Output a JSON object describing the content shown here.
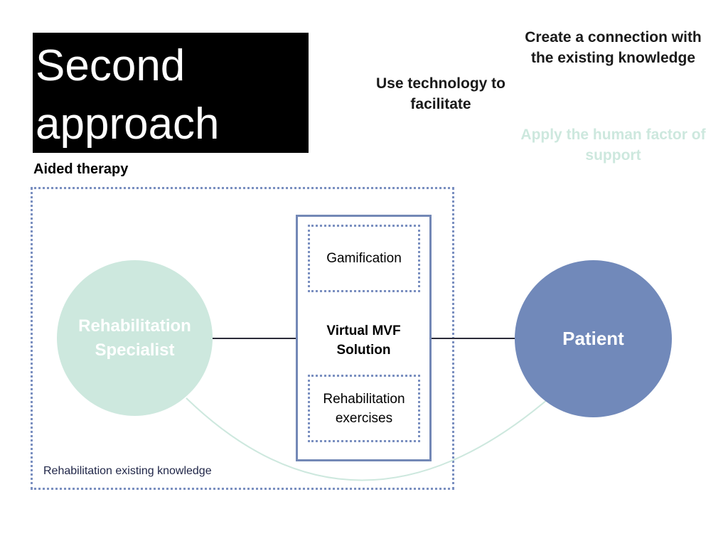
{
  "title": {
    "line1": "Second",
    "line2": "approach"
  },
  "aided_therapy_label": "Aided therapy",
  "goals": {
    "technology": "Use technology to facilitate",
    "connection": "Create a connection with the existing knowledge",
    "human_factor": "Apply the human factor of support"
  },
  "nodes": {
    "specialist": {
      "line1": "Rehabilitation",
      "line2": "Specialist"
    },
    "patient": "Patient"
  },
  "solution": {
    "line1": "Virtual MVF",
    "line2": "Solution",
    "components": {
      "gamification": "Gamification",
      "exercises_line1": "Rehabilitation",
      "exercises_line2": "exercises"
    }
  },
  "existing_knowledge_label": "Rehabilitation existing knowledge",
  "colors": {
    "specialist_fill": "#cde8de",
    "patient_fill": "#7189ba",
    "frame_dots": "#7a8fc0",
    "solution_border": "#7388b6",
    "human_factor_text": "#cde8de",
    "title_background": "#000000"
  }
}
